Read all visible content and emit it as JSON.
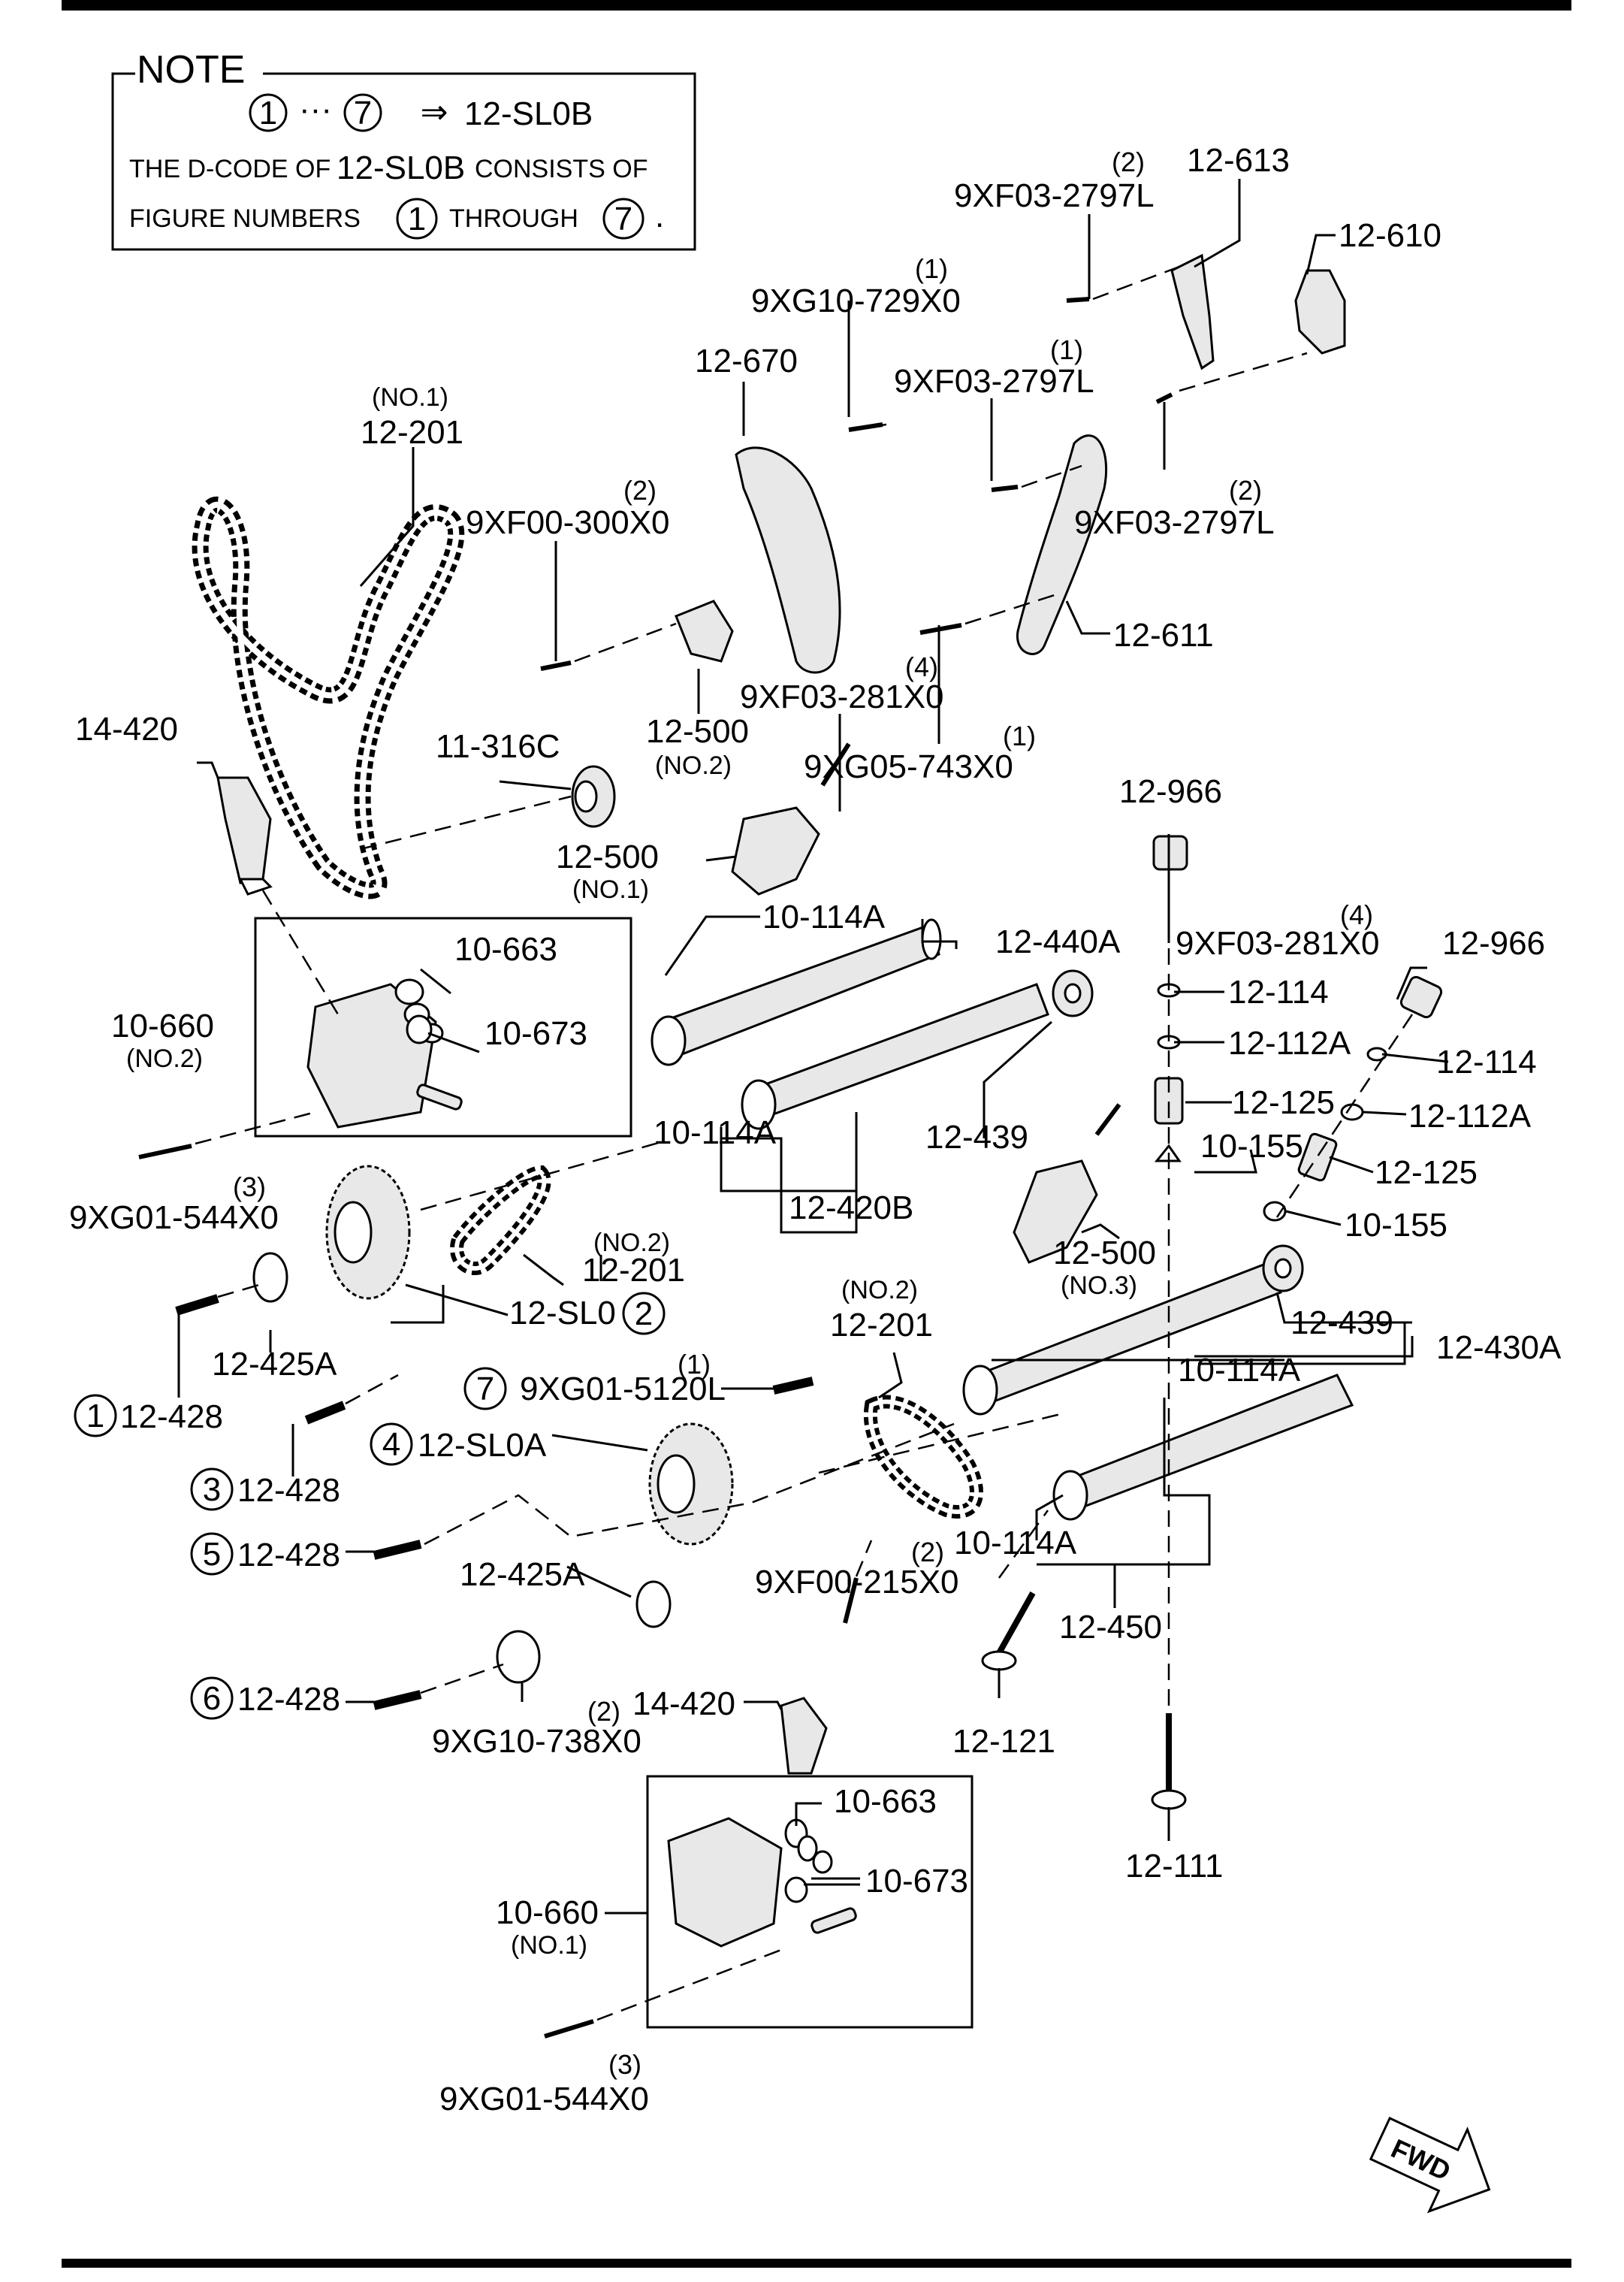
{
  "note": {
    "title": "NOTE",
    "circ_a": "1",
    "ellipsis": "···",
    "circ_b": "7",
    "arrow": "⇒",
    "code": "12-SL0B",
    "line2_a": "THE D-CODE OF",
    "line2_b": "12-SL0B",
    "line2_c": "CONSISTS OF",
    "line3_a": "FIGURE NUMBERS",
    "line3_circ_a": "1",
    "line3_b": "THROUGH",
    "line3_circ_b": "7",
    "line3_c": "."
  },
  "labels": {
    "p12_613": "12-613",
    "q_9xf03_top": "(2)",
    "p9xf03_top": "9XF03-2797L",
    "p12_610": "12-610",
    "q_9xg10_729": "(1)",
    "p9xg10_729": "9XG10-729X0",
    "p12_670": "12-670",
    "q_9xf03_mid": "(1)",
    "p9xf03_mid": "9XF03-2797L",
    "no1_201": "(NO.1)",
    "p12_201_top": "12-201",
    "q_9xf00_300": "(2)",
    "p9xf00_300": "9XF00-300X0",
    "q_9xf03_right": "(2)",
    "p9xf03_right": "9XF03-2797L",
    "p12_611": "12-611",
    "q_281_top": "(4)",
    "p9xf03_281_top": "9XF03-281X0",
    "p14_420_top": "14-420",
    "p11_316c": "11-316C",
    "p12_500_no2": "12-500",
    "no2_500": "(NO.2)",
    "q_9xg05": "(1)",
    "p9xg05": "9XG05-743X0",
    "p12_966_top": "12-966",
    "p12_500_no1": "12-500",
    "no1_500": "(NO.1)",
    "p10_114a_a": "10-114A",
    "p12_440a": "12-440A",
    "q_281_right": "(4)",
    "p9xf03_281_right": "9XF03-281X0",
    "p12_966_right": "12-966",
    "p10_663_top": "10-663",
    "p12_114_a": "12-114",
    "p10_660_no2": "10-660",
    "no2_660": "(NO.2)",
    "p10_673_top": "10-673",
    "p12_112a_a": "12-112A",
    "p12_114_b": "12-114",
    "p12_125_a": "12-125",
    "p12_112a_b": "12-112A",
    "p10_114a_b": "10-114A",
    "p12_439_a": "12-439",
    "p10_155_a": "10-155",
    "p12_125_b": "12-125",
    "q_544_top": "(3)",
    "p9xg01_544_top": "9XG01-544X0",
    "p12_420b": "12-420B",
    "p10_155_b": "10-155",
    "no2_201b": "(NO.2)",
    "p12_201_b": "12-201",
    "p12_500_no3": "12-500",
    "no3_500": "(NO.3)",
    "p12_sl0": "12-SL0",
    "c2": "2",
    "no2_201c": "(NO.2)",
    "p12_201_c": "12-201",
    "p12_439_b": "12-439",
    "p12_430a": "12-430A",
    "p12_425a_a": "12-425A",
    "p10_114a_c": "10-114A",
    "q_5120": "(1)",
    "c7": "7",
    "p9xg01_5120": "9XG01-5120L",
    "c1": "1",
    "p12_428_1": "12-428",
    "c4": "4",
    "p12_sl0a": "12-SL0A",
    "c3": "3",
    "p12_428_3": "12-428",
    "c5": "5",
    "p12_428_5": "12-428",
    "p10_114a_d": "10-114A",
    "p12_425a_b": "12-425A",
    "q_215": "(2)",
    "p9xf00_215": "9XF00-215X0",
    "p12_450": "12-450",
    "c6": "6",
    "p12_428_6": "12-428",
    "q_738": "(2)",
    "p9xg10_738": "9XG10-738X0",
    "p14_420_b": "14-420",
    "p12_121": "12-121",
    "p10_663_b": "10-663",
    "p10_673_b": "10-673",
    "p10_660_no1": "10-660",
    "no1_660": "(NO.1)",
    "p12_111": "12-111",
    "q_544_b": "(3)",
    "p9xg01_544_b": "9XG01-544X0",
    "fwd": "FWD"
  }
}
